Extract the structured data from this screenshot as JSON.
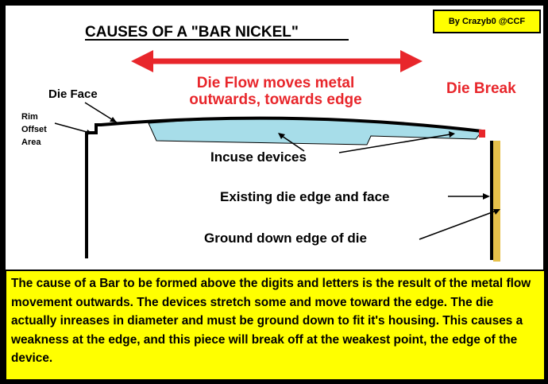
{
  "title": "CAUSES OF A \"BAR NICKEL\"",
  "author": "By Crazyb0 @CCF",
  "labels": {
    "die_face": "Die Face",
    "rim_offset": [
      "Rim",
      "Offset",
      "Area"
    ],
    "die_flow": [
      "Die Flow moves metal",
      "outwards, towards edge"
    ],
    "die_break": "Die Break",
    "incuse_devices": "Incuse devices",
    "existing_edge": "Existing die edge and face",
    "ground_edge": "Ground down edge of die"
  },
  "caption": "The cause of a Bar to be formed above the digits and letters is the result of the metal flow movement outwards.  The devices stretch some and move toward the edge.  The die actually inreases in diameter and must be ground down to fit it's housing.  This causes a weakness at the edge, and this piece will break off at the weakest point, the edge of the device.",
  "colors": {
    "background": "#000000",
    "panel": "#ffffff",
    "caption_bg": "#ffff00",
    "arrow_red": "#e8262b",
    "incuse_fill": "#a7dde9",
    "ground_edge": "#e6c04a",
    "die_break_mark": "#e8262b"
  }
}
